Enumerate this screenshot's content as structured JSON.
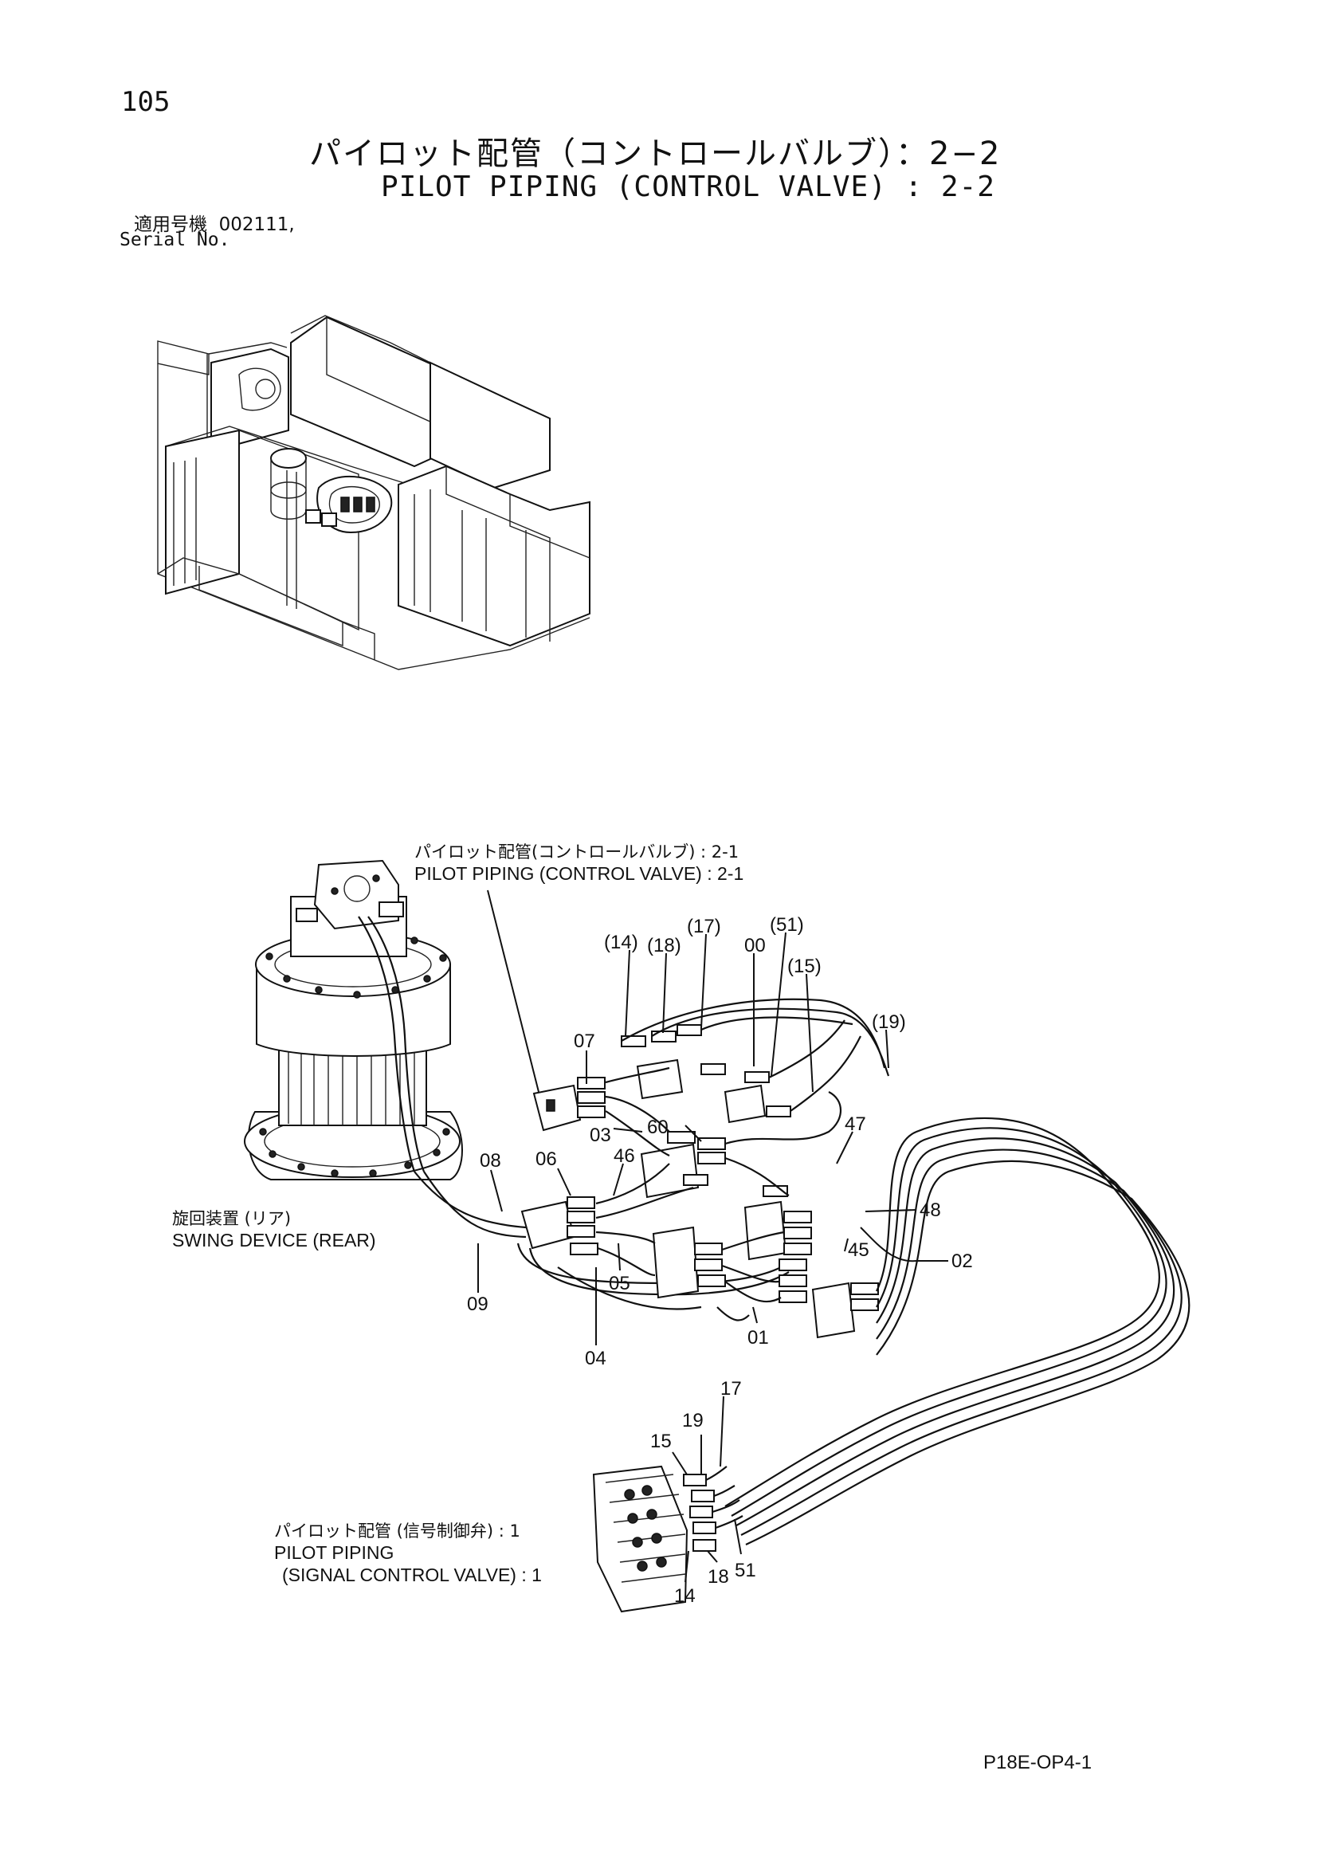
{
  "page": {
    "number": "105",
    "title_jp": "パイロット配管（コントロールバルブ）：2−2",
    "title_en": "PILOT PIPING (CONTROL VALVE) : 2-2",
    "serial_label_jp": "適用号機",
    "serial_value": "002111,",
    "serial_label_en": "Serial No.",
    "drawing_code": "P18E-OP4-1"
  },
  "references": {
    "control_valve_2_1_jp": "パイロット配管(コントロールバルブ) : 2-1",
    "control_valve_2_1_en": "PILOT  PIPING (CONTROL  VALVE) : 2-1",
    "swing_device_jp": "旋回装置 (リア)",
    "swing_device_en": "SWING DEVICE (REAR)",
    "signal_valve_jp": "パイロット配管 (信号制御弁) : 1",
    "signal_valve_en_1": "PILOT  PIPING",
    "signal_valve_en_2": "(SIGNAL  CONTROL  VALVE) : 1"
  },
  "part_numbers": {
    "p14_paren": "(14)",
    "p18_paren": "(18)",
    "p17_paren": "(17)",
    "p00": "00",
    "p51_paren": "(51)",
    "p15_paren": "(15)",
    "p19_paren": "(19)",
    "p07": "07",
    "p03": "03",
    "p60": "60",
    "p47": "47",
    "p08": "08",
    "p06": "06",
    "p46": "46",
    "p48": "48",
    "p45": "45",
    "p02": "02",
    "p09": "09",
    "p05": "05",
    "p04": "04",
    "p01": "01",
    "p17": "17",
    "p19": "19",
    "p15": "15",
    "p14": "14",
    "p18": "18",
    "p51": "51"
  }
}
